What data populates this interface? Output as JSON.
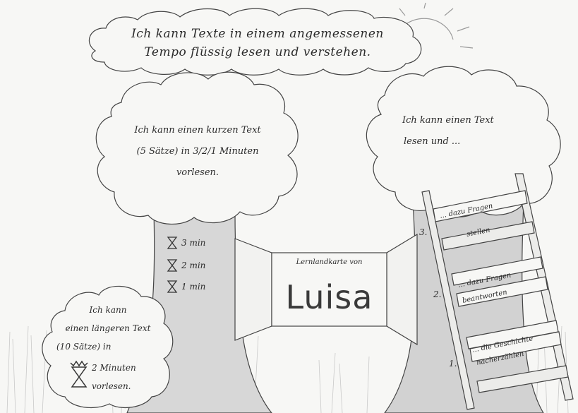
{
  "goal_cloud": {
    "line1": "Ich kann Texte in einem angemessenen",
    "line2": "Tempo flüssig lesen und verstehen."
  },
  "left_tree": {
    "crown_line1": "Ich kann einen kurzen Text",
    "crown_line2": "(5 Sätze) in 3/2/1 Minuten",
    "crown_line3": "vorlesen.",
    "timers": [
      "3 min",
      "2 min",
      "1 min"
    ]
  },
  "bush": {
    "line1": "Ich kann",
    "line2": "einen längeren Text",
    "line3": "(10 Sätze) in",
    "line4": "2 Minuten",
    "line5": "vorlesen."
  },
  "center_sign": {
    "title": "Lernlandkarte von",
    "name": "Luisa"
  },
  "right_tree": {
    "crown_line1": "Ich kann einen Text",
    "crown_line2": "lesen und ...",
    "ladder": [
      {
        "number": "3.",
        "line1": "... dazu Fragen",
        "line2": "stellen"
      },
      {
        "number": "2.",
        "line1": "... dazu Fragen",
        "line2": "beantworten"
      },
      {
        "number": "1.",
        "line1": "... die Geschichte",
        "line2": "nacherzählen"
      }
    ]
  },
  "icons": [
    "sun-icon",
    "hourglass-icon"
  ],
  "colors": {
    "paper": "#f7f7f5",
    "ink": "#2b2b2b",
    "sketch": "#3a3a3a",
    "grass": "#8e8e8e"
  }
}
